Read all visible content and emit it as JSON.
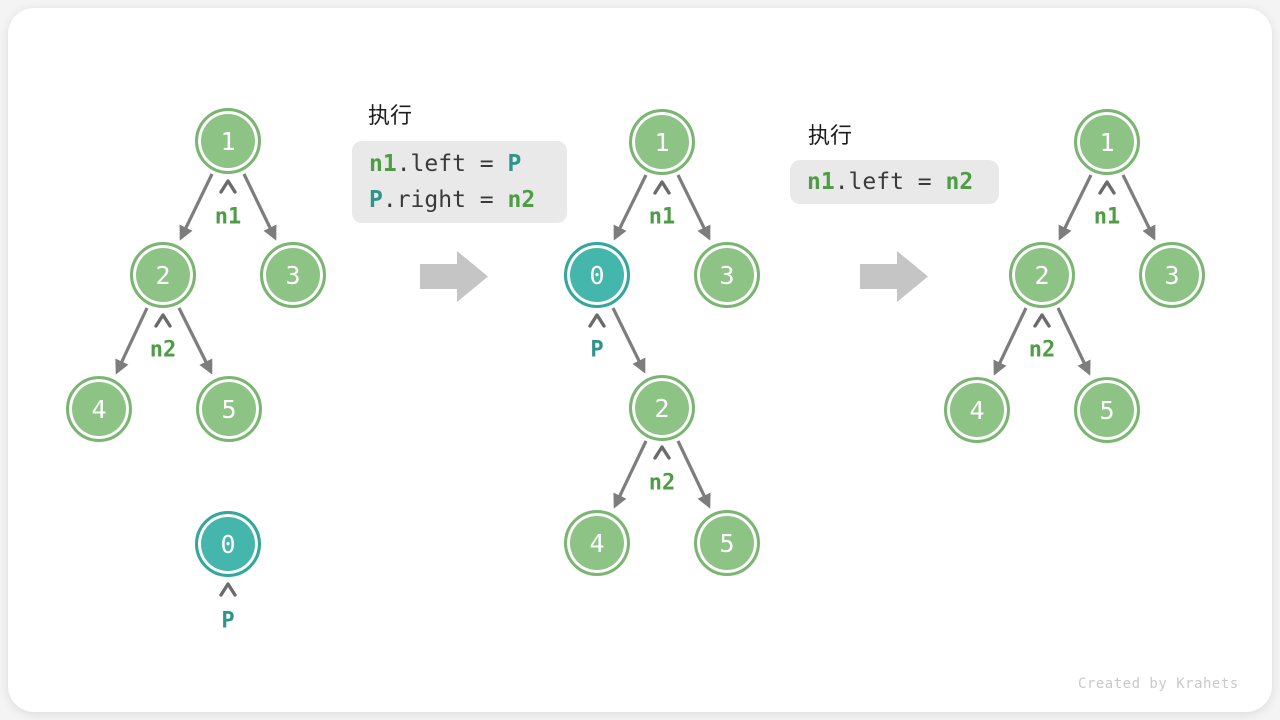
{
  "watermark": "Created by Krahets",
  "panels": [
    {
      "exec_label": "执行",
      "code_lines": [
        {
          "tokens": [
            {
              "text": "n1"
            },
            {
              "text": ".left = "
            },
            {
              "text": "P"
            }
          ]
        },
        {
          "tokens": [
            {
              "text": "P"
            },
            {
              "text": ".right = "
            },
            {
              "text": "n2"
            }
          ]
        }
      ]
    },
    {
      "exec_label": "执行",
      "code_lines": [
        {
          "tokens": [
            {
              "text": "n1"
            },
            {
              "text": ".left = "
            },
            {
              "text": "n2"
            }
          ]
        }
      ]
    }
  ],
  "trees": {
    "left": {
      "nodes": [
        {
          "value": "1"
        },
        {
          "value": "2"
        },
        {
          "value": "3"
        },
        {
          "value": "4"
        },
        {
          "value": "5"
        },
        {
          "value": "0"
        }
      ],
      "pointers": [
        {
          "label": "n1"
        },
        {
          "label": "n2"
        },
        {
          "label": "P"
        }
      ]
    },
    "middle": {
      "nodes": [
        {
          "value": "1"
        },
        {
          "value": "0"
        },
        {
          "value": "3"
        },
        {
          "value": "2"
        },
        {
          "value": "4"
        },
        {
          "value": "5"
        }
      ],
      "pointers": [
        {
          "label": "n1"
        },
        {
          "label": "P"
        },
        {
          "label": "n2"
        }
      ]
    },
    "right": {
      "nodes": [
        {
          "value": "1"
        },
        {
          "value": "2"
        },
        {
          "value": "3"
        },
        {
          "value": "4"
        },
        {
          "value": "5"
        }
      ],
      "pointers": [
        {
          "label": "n1"
        },
        {
          "label": "n2"
        }
      ]
    }
  },
  "colors": {
    "node_green_fill": "#8dc385",
    "node_green_border": "#7ab671",
    "node_teal_fill": "#44b6ac",
    "node_teal_border": "#33a79c",
    "edge_color": "#7d7d7d",
    "caret_color": "#6b6b6b",
    "label_green": "#4e9d45",
    "label_teal": "#2f948a",
    "code_bg": "#e9e9e9",
    "code_plain": "#3a3a3a",
    "transition_arrow": "#c5c5c5",
    "watermark_color": "#c9c9c9"
  }
}
